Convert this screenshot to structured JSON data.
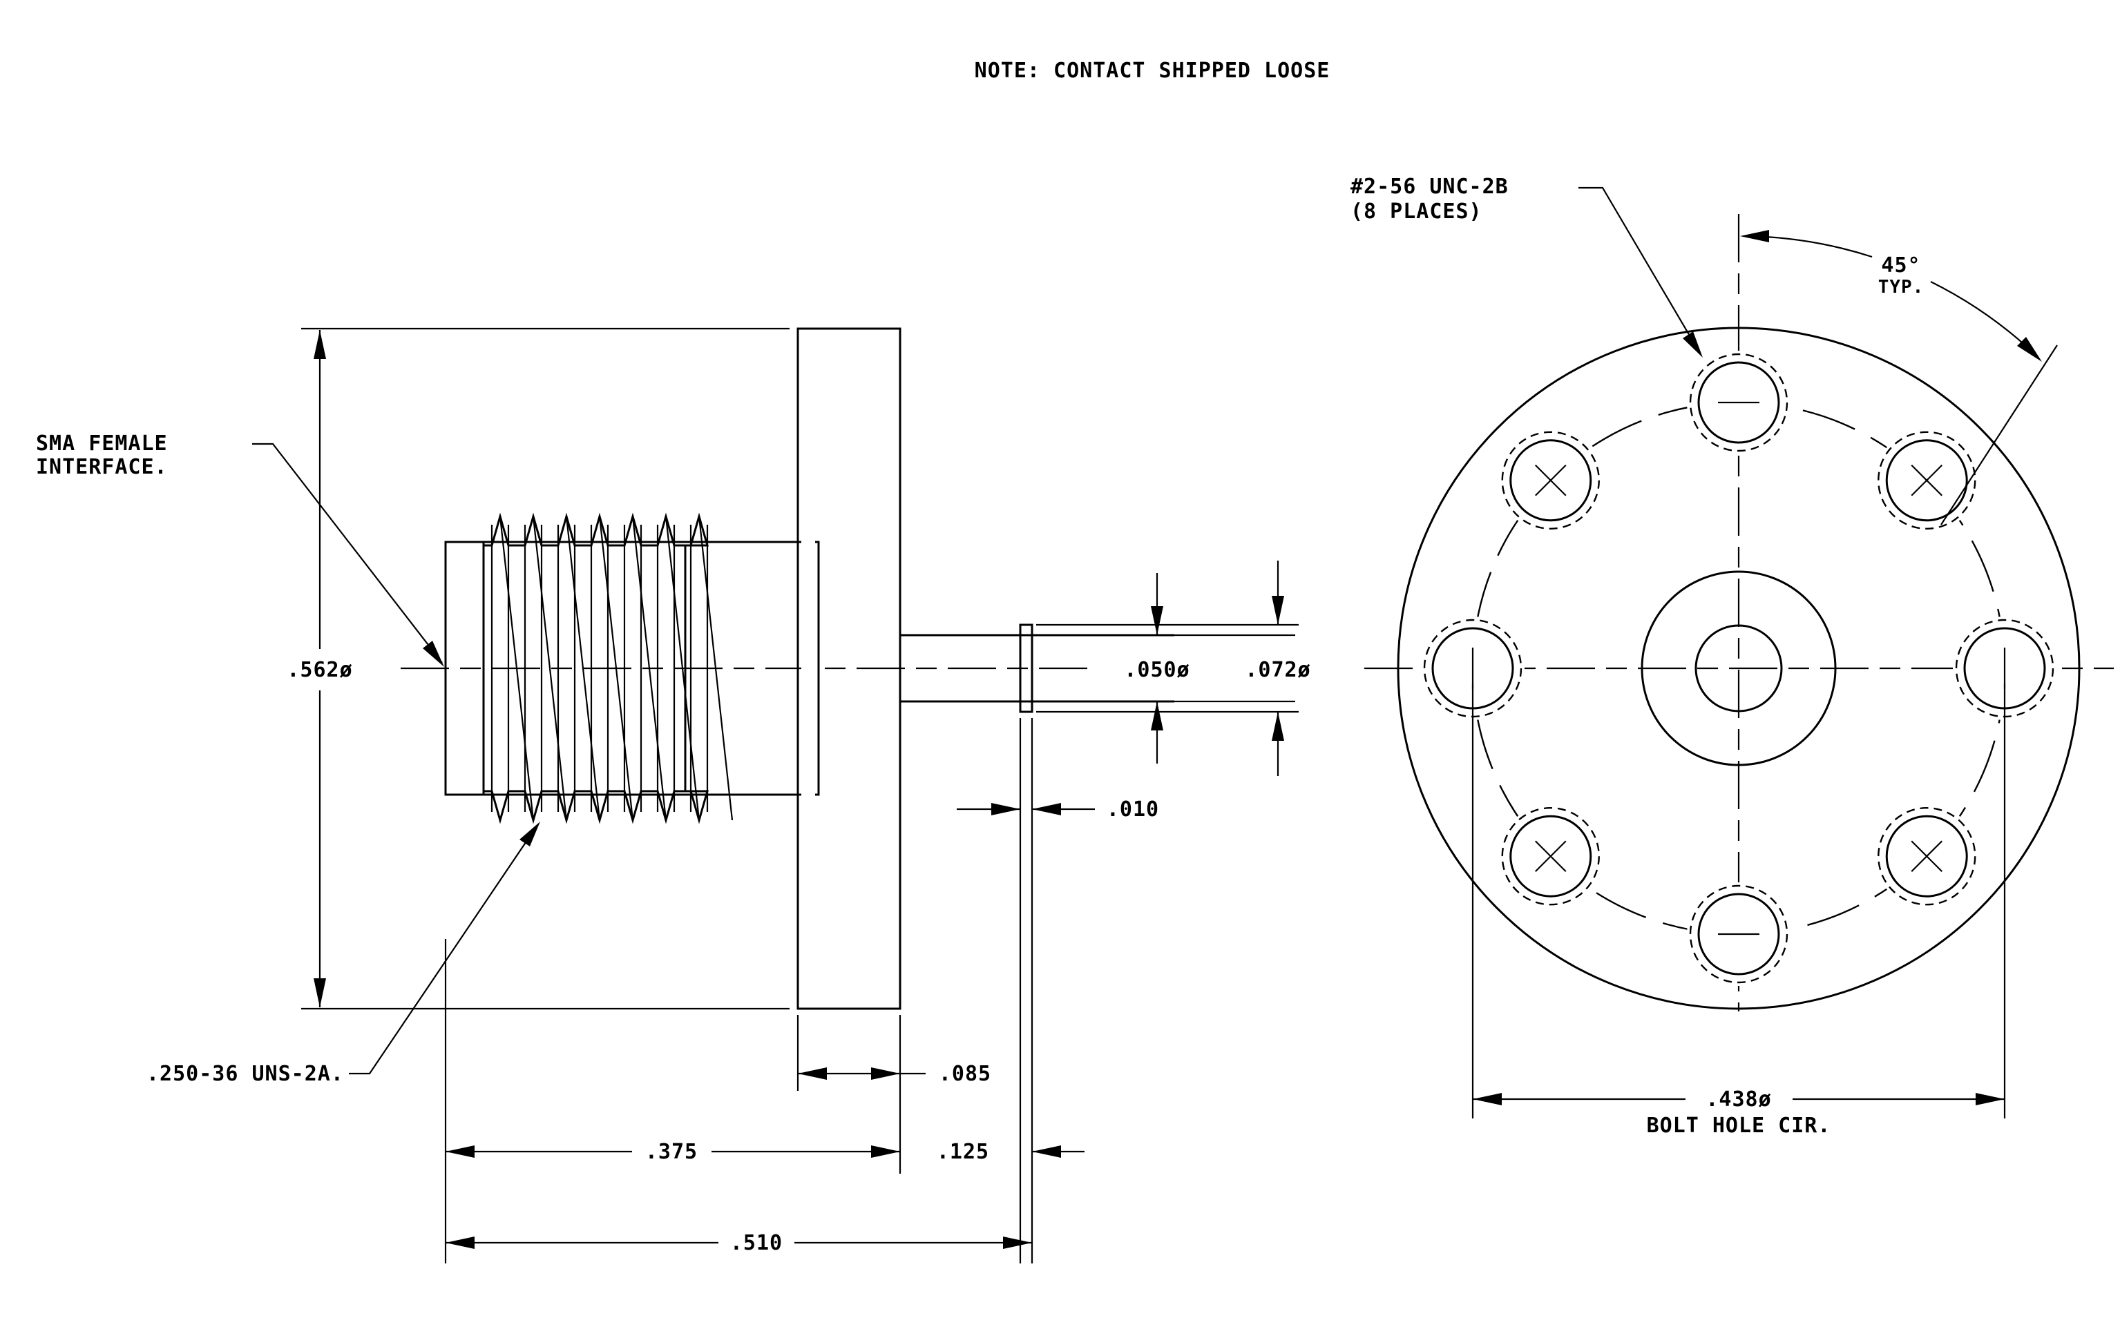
{
  "note": "NOTE: CONTACT SHIPPED LOOSE",
  "side_view": {
    "interface_label_line1": "SMA FEMALE",
    "interface_label_line2": "INTERFACE.",
    "thread_label": ".250-36 UNS-2A.",
    "dim_diameter_overall": ".562ø",
    "dim_flange_thickness": ".085",
    "dim_body_length": ".375",
    "dim_contact_extension": ".125",
    "dim_overall_length": ".510",
    "dim_contact_shoulder": ".010",
    "dim_contact_diameter": ".050ø",
    "dim_shoulder_diameter": ".072ø"
  },
  "end_view": {
    "tapped_hole_line1": "#2-56 UNC-2B",
    "tapped_hole_line2": "(8 PLACES)",
    "angle_line1": "45°",
    "angle_line2": "TYP.",
    "bolt_circle_line1": ".438ø",
    "bolt_circle_line2": "BOLT HOLE CIR."
  }
}
